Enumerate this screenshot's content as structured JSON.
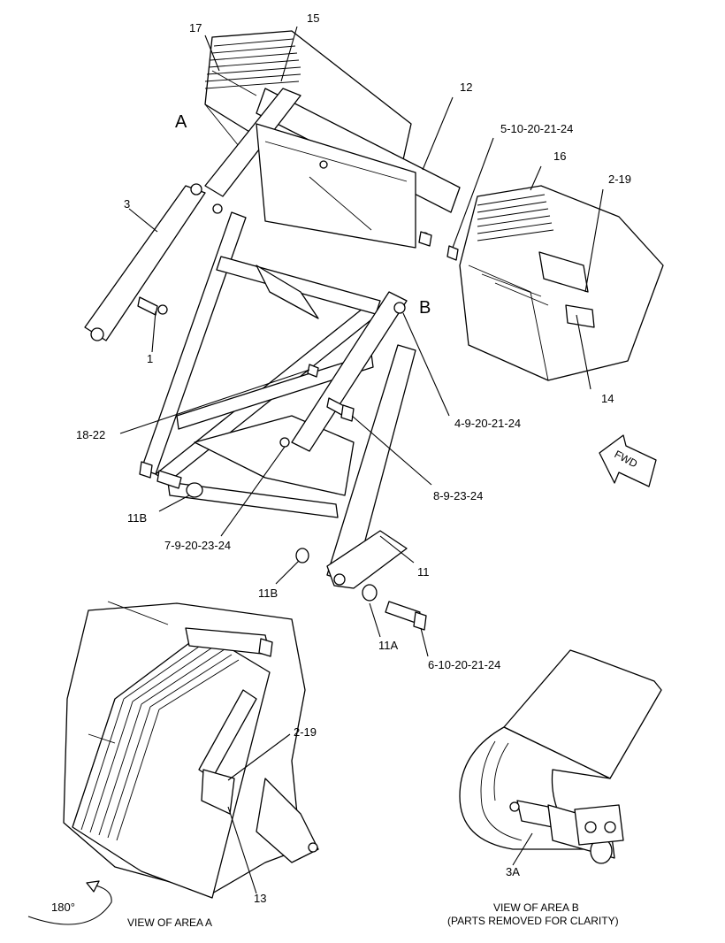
{
  "callouts": {
    "c17": "17",
    "c15": "15",
    "c12": "12",
    "cA": "A",
    "c5": "5-10-20-21-24",
    "c16": "16",
    "c219a": "2-19",
    "c3": "3",
    "cB": "B",
    "c1": "1",
    "c14": "14",
    "c1822": "18-22",
    "c4": "4-9-20-21-24",
    "cFWD": "FWD",
    "c8": "8-9-23-24",
    "c11Ba": "11B",
    "c7": "7-9-20-23-24",
    "c11": "11",
    "c11Bb": "11B",
    "c11A": "11A",
    "c6": "6-10-20-21-24",
    "c219b": "2-19",
    "c13": "13",
    "c3A": "3A",
    "c180": "180°"
  },
  "captions": {
    "view_a": "VIEW OF AREA  A",
    "view_b_line1": "VIEW OF AREA  B",
    "view_b_line2": "(PARTS REMOVED FOR CLARITY)"
  }
}
